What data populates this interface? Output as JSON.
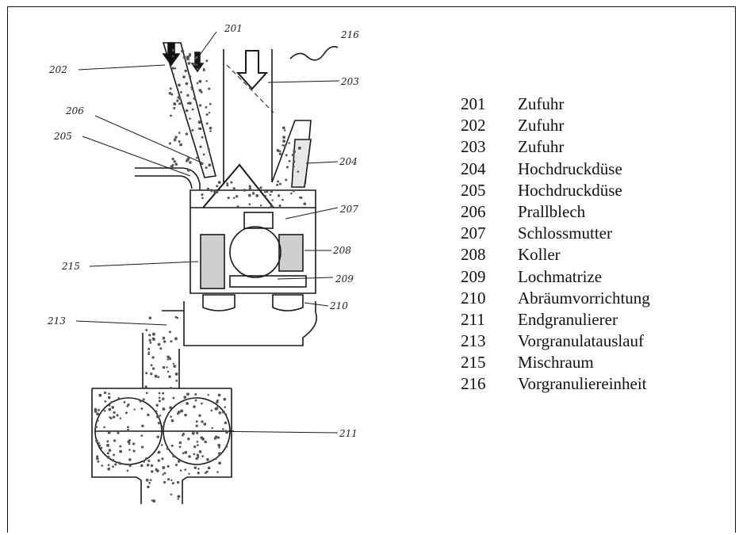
{
  "callouts": {
    "c201": "201",
    "c202": "202",
    "c203": "203",
    "c204": "204",
    "c205": "205",
    "c206": "206",
    "c207": "207",
    "c208": "208",
    "c209": "209",
    "c210": "210",
    "c211": "211",
    "c213": "213",
    "c215": "215",
    "c216": "216"
  },
  "legend": [
    {
      "num": "201",
      "label": "Zufuhr"
    },
    {
      "num": "202",
      "label": "Zufuhr"
    },
    {
      "num": "203",
      "label": "Zufuhr"
    },
    {
      "num": "204",
      "label": "Hochdruckdüse"
    },
    {
      "num": "205",
      "label": "Hochdruckdüse"
    },
    {
      "num": "206",
      "label": "Prallblech"
    },
    {
      "num": "207",
      "label": "Schlossmutter"
    },
    {
      "num": "208",
      "label": "Koller"
    },
    {
      "num": "209",
      "label": "Lochmatrize"
    },
    {
      "num": "210",
      "label": "Abräumvorrichtung"
    },
    {
      "num": "211",
      "label": "Endgranulierer"
    },
    {
      "num": "213",
      "label": "Vorgranulatauslauf"
    },
    {
      "num": "215",
      "label": "Mischraum"
    },
    {
      "num": "216",
      "label": "Vorgranuliereinheit"
    }
  ]
}
